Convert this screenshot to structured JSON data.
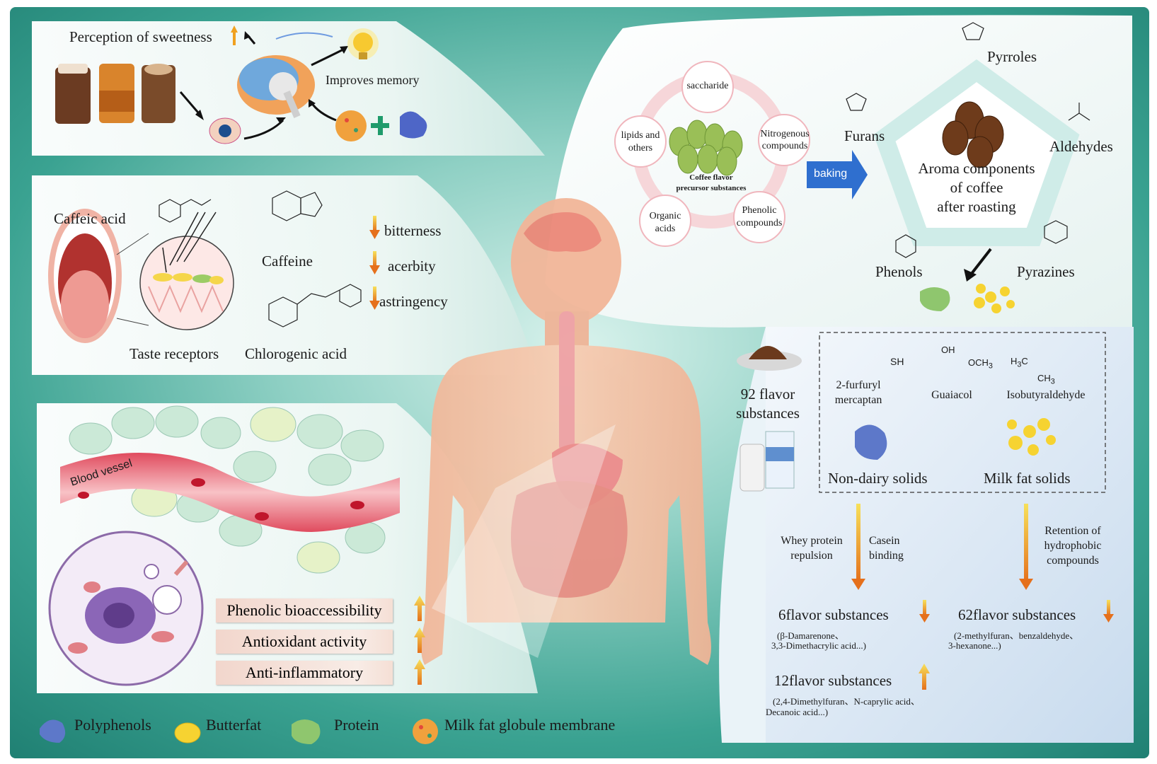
{
  "top_left": {
    "sweetness": "Perception of sweetness",
    "memory": "Improves memory"
  },
  "middle_left": {
    "caffeic_acid": "Caffeic acid",
    "caffeine": "Caffeine",
    "taste_receptors": "Taste receptors",
    "chlorogenic_acid": "Chlorogenic acid",
    "effects": [
      "bitterness",
      "acerbity",
      "astringency"
    ]
  },
  "bottom_left": {
    "blood_vessel": "Blood vessel",
    "bars": [
      "Phenolic bioaccessibility",
      "Antioxidant activity",
      "Anti-inflammatory"
    ]
  },
  "precursors": {
    "center": [
      "Coffee flavor",
      "precursor substances"
    ],
    "saccharide": "saccharide",
    "nitrogenous": [
      "Nitrogenous",
      "compounds"
    ],
    "phenolic": [
      "Phenolic",
      "compounds"
    ],
    "organic": [
      "Organic",
      "acids"
    ],
    "lipids": [
      "lipids and",
      "others"
    ]
  },
  "baking": "baking",
  "aroma": {
    "center": [
      "Aroma components",
      "of coffee",
      "after roasting"
    ],
    "pyrroles": "Pyrroles",
    "furans": "Furans",
    "aldehydes": "Aldehydes",
    "phenols": "Phenols",
    "pyrazines": "Pyrazines"
  },
  "milk_box": {
    "flavor_count": [
      "92 flavor",
      "substances"
    ],
    "compounds": [
      "2-furfuryl",
      "mercaptan",
      "Guaiacol",
      "Isobutyraldehyde"
    ],
    "non_dairy": "Non-dairy solids",
    "milk_fat": "Milk fat solids"
  },
  "arrows": {
    "whey": [
      "Whey protein",
      "repulsion"
    ],
    "casein": [
      "Casein",
      "binding"
    ],
    "retention": [
      "Retention of",
      "hydrophobic",
      "compounds"
    ]
  },
  "results": {
    "r1_title": "6flavor substances",
    "r1_detail": [
      "(β-Damarenone、",
      "3,3-Dimethacrylic acid...)"
    ],
    "r2_title": "62flavor substances",
    "r2_detail": [
      "(2-methylfuran、benzaldehyde、",
      "3-hexanone...)"
    ],
    "r3_title": "12flavor substances",
    "r3_detail": [
      "(2,4-Dimethylfuran、N-caprylic acid、",
      "Decanoic acid...)"
    ]
  },
  "legend": [
    "Polyphenols",
    "Butterfat",
    "Protein",
    "Milk fat globule membrane"
  ],
  "colors": {
    "teal": "#2e8f84",
    "arrow_down_top": "#f6d84a",
    "arrow_down_bottom": "#e8761f",
    "baking_arrow": "#2f6fcf"
  }
}
